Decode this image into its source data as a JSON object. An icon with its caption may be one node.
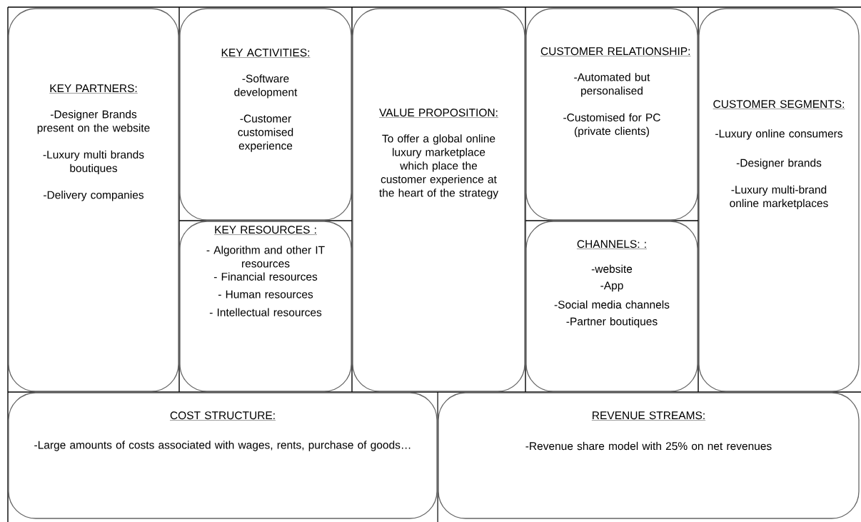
{
  "diagram": {
    "nodes": [
      {
        "text": [
          "KEY PARTNERS:",
          "-Designer Brands present on the website",
          "-Luxury multi brands boutiques",
          "-Delivery companies"
        ]
      },
      {
        "text": [
          "KEY  ACTIVITIES:",
          "-Software development",
          "-Customer customised experience"
        ]
      },
      {
        "text": [
          "KEY RESOURCES :",
          "- Algorithm and other IT resources",
          "- Financial resources",
          "- Human resources",
          "- Intellectual resources"
        ]
      },
      {
        "text": [
          "VALUE PROPOSITION:",
          "To offer a global online luxury marketplace which place the customer experience at the heart of the strategy"
        ]
      },
      {
        "text": [
          "CUSTOMER RELATIONSHIP:",
          "-Automated but personalised",
          "-Customised for PC (private clients)"
        ]
      },
      {
        "text": [
          "CHANNELS: :",
          "-website",
          "-App",
          "-Social media channels",
          "-Partner boutiques"
        ]
      },
      {
        "text": [
          "CUSTOMER SEGMENTS:",
          "-Luxury online consumers",
          "-Designer brands",
          "-Luxury multi-brand online marketplaces"
        ]
      },
      {
        "text": [
          "COST STRUCTURE:",
          "-Large amounts of  costs associated with wages, rents, purchase of goods…"
        ]
      },
      {
        "text": [
          "REVENUE STREAMS:",
          "-Revenue share model with 25% on net revenues"
        ]
      }
    ]
  }
}
